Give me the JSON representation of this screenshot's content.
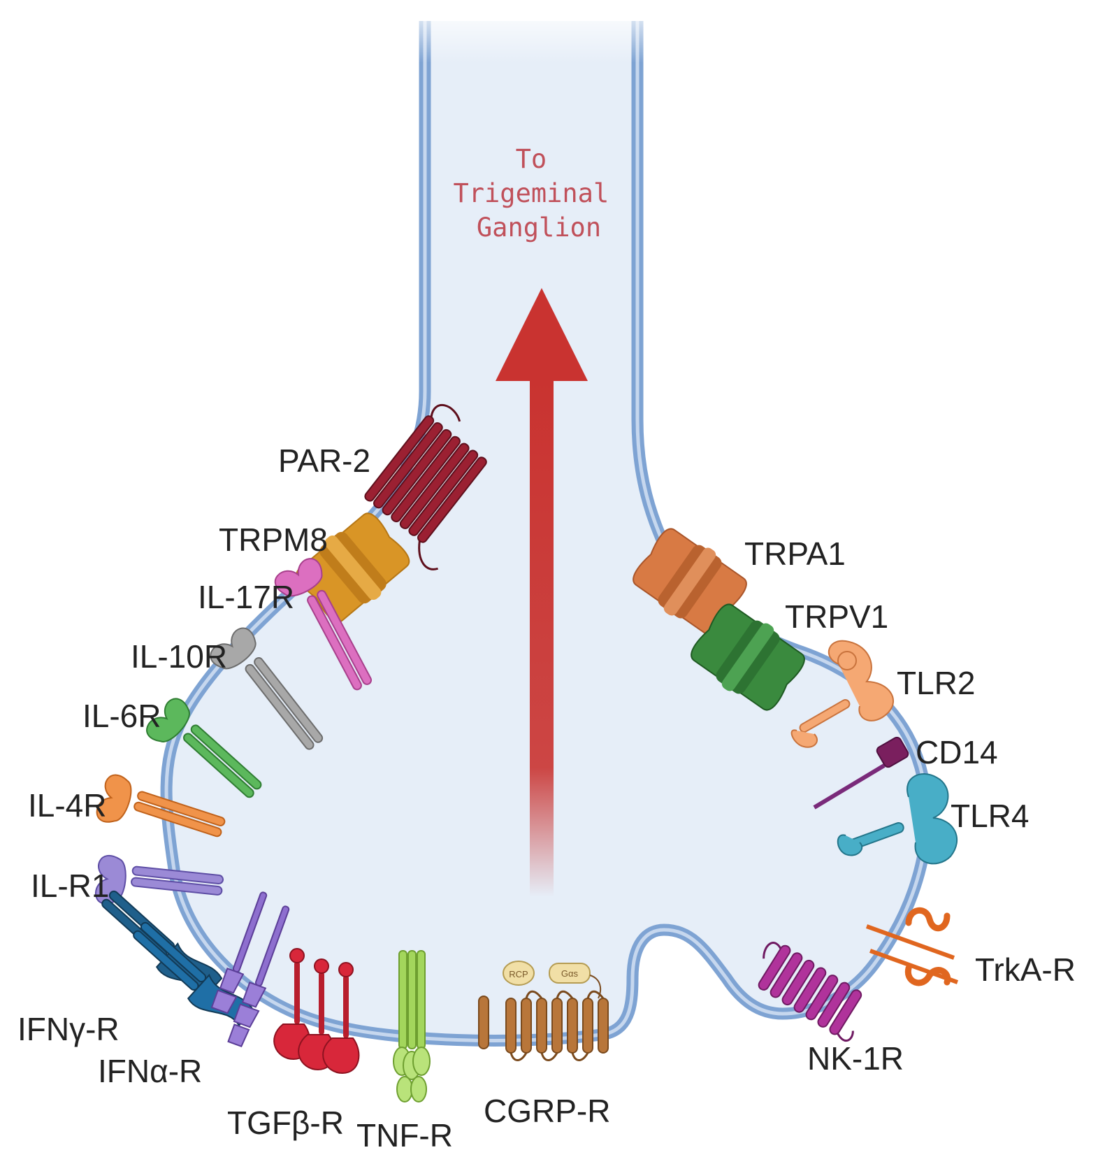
{
  "diagram": {
    "arrow_caption": [
      "To",
      "Trigeminal",
      "Ganglion"
    ],
    "colors": {
      "membrane": "#7ea3d3",
      "cytoplasm": "#e6eef8",
      "arrow": "#c93330",
      "caption": "#c0505a"
    },
    "receptors": {
      "par2": "PAR-2",
      "trpm8": "TRPM8",
      "il17r": "IL-17R",
      "il10r": "IL-10R",
      "il6r": "IL-6R",
      "il4r": "IL-4R",
      "ilr1": "IL-R1",
      "ifngr": "IFNγ-R",
      "ifnar": "IFNα-R",
      "tgfbr": "TGFβ-R",
      "tnfr": "TNF-R",
      "cgrpr": "CGRP-R",
      "trpa1": "TRPA1",
      "trpv1": "TRPV1",
      "tlr2": "TLR2",
      "cd14": "CD14",
      "tlr4": "TLR4",
      "trkar": "TrkA-R",
      "nk1r": "NK-1R"
    },
    "cgrp_subunits": {
      "rcp": "RCP",
      "galpha": "Gαs"
    }
  }
}
